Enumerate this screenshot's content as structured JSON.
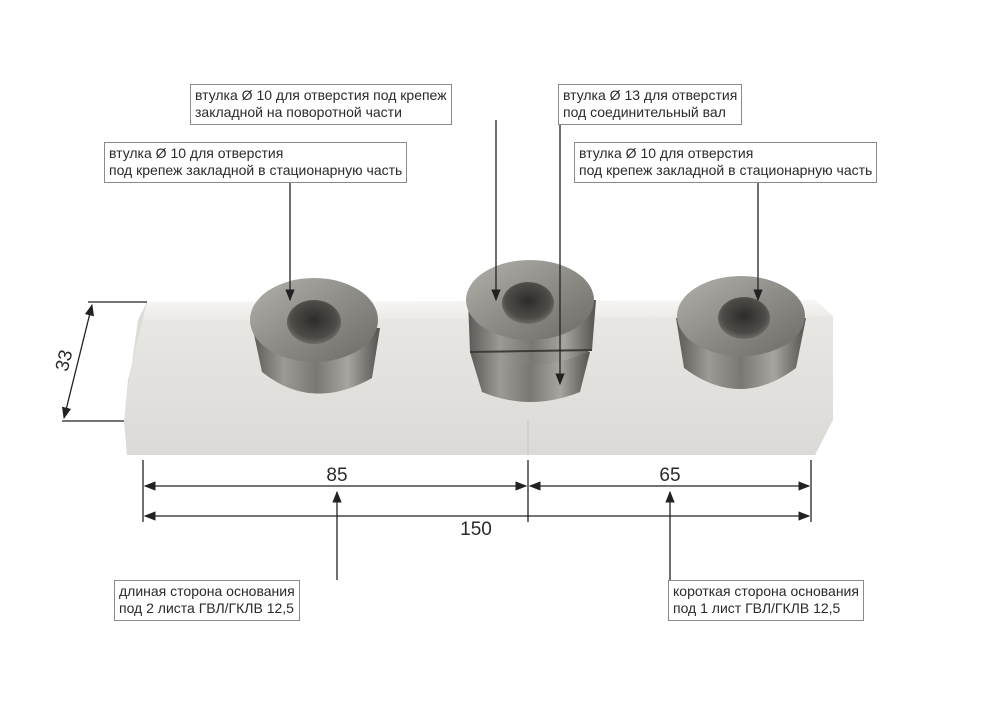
{
  "callouts": {
    "top_center": {
      "line1": "втулка Ø 10 для отверстия под крепеж",
      "line2": "закладной на поворотной части"
    },
    "top_left": {
      "line1": "втулка Ø 10 для отверстия",
      "line2": "под крепеж закладной в стационарную часть"
    },
    "top_right_shaft": {
      "line1": "втулка Ø 13 для отверстия",
      "line2": "под соединительный вал"
    },
    "right": {
      "line1": "втулка Ø 10 для отверстия",
      "line2": "под крепеж закладной в стационарную часть"
    },
    "bottom_left": {
      "line1": "длиная сторона основания",
      "line2": "под 2 листа ГВЛ/ГКЛВ 12,5"
    },
    "bottom_right": {
      "line1": "короткая сторона основания",
      "line2": "под 1 лист ГВЛ/ГКЛВ 12,5"
    }
  },
  "dimensions": {
    "height": "33",
    "long_side": "85",
    "short_side": "65",
    "total": "150"
  },
  "colors": {
    "base": "#f1f0ee",
    "metal": "#8f8c87",
    "line": "#222222",
    "label_border": "#8a8a8a"
  }
}
